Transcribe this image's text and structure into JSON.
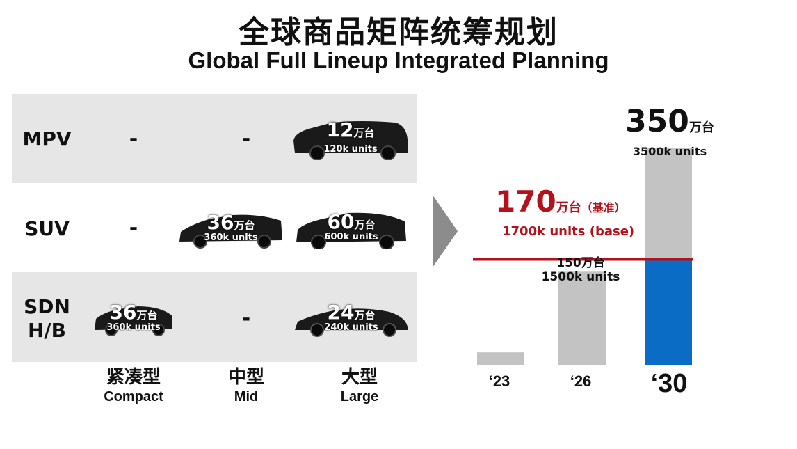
{
  "title": {
    "cn": "全球商品矩阵统筹规划",
    "en": "Global Full Lineup Integrated Planning"
  },
  "matrix": {
    "rows": [
      {
        "label": "MPV",
        "compact": "-",
        "mid": "-",
        "large": {
          "value": "12",
          "unit": "万台",
          "en": "120k units"
        }
      },
      {
        "label": "SUV",
        "compact": "-",
        "mid": {
          "value": "36",
          "unit": "万台",
          "en": "360k units"
        },
        "large": {
          "value": "60",
          "unit": "万台",
          "en": "600k units"
        }
      },
      {
        "label_line1": "SDN",
        "label_line2": "H/B",
        "compact": {
          "value": "36",
          "unit": "万台",
          "en": "360k units"
        },
        "mid": "-",
        "large": {
          "value": "24",
          "unit": "万台",
          "en": "240k units"
        }
      }
    ],
    "columns": [
      {
        "cn": "紧凑型",
        "en": "Compact"
      },
      {
        "cn": "中型",
        "en": "Mid"
      },
      {
        "cn": "大型",
        "en": "Large"
      }
    ]
  },
  "colors": {
    "row_bg": "#e6e6e6",
    "bar_gray": "#c3c3c3",
    "bar_blue": "#0a6cc4",
    "baseline_red": "#b3121c",
    "arrow_gray": "#8c8c8c"
  },
  "chart_data": {
    "type": "bar",
    "categories": [
      "‘23",
      "‘26",
      "‘30"
    ],
    "values": [
      20,
      150,
      350
    ],
    "value_labels": [
      "",
      {
        "value": "150万台",
        "en": "1500k units"
      },
      {
        "value": "350",
        "unit": "万台",
        "en": "3500k units"
      }
    ],
    "highlight_from_baseline": {
      "category": "‘30",
      "lower_segment_color": "#0a6cc4"
    },
    "baseline": {
      "value": 170,
      "label_value": "170",
      "label_unit": "万台",
      "label_cn_suffix": "（基准）",
      "label_en": "1700k units (base)"
    },
    "ylim": [
      0,
      350
    ],
    "grid": false
  }
}
